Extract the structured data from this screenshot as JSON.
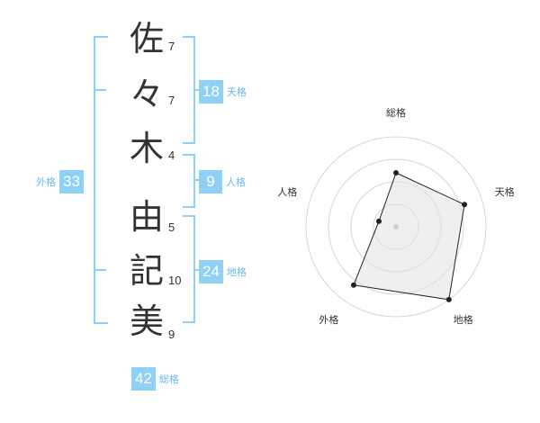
{
  "name": {
    "chars": [
      "佐",
      "々",
      "木",
      "由",
      "記",
      "美"
    ],
    "strokes": [
      "7",
      "7",
      "4",
      "5",
      "10",
      "9"
    ]
  },
  "fortune": {
    "tenkaku": {
      "value": "18",
      "label": "天格"
    },
    "jinkaku": {
      "value": "9",
      "label": "人格"
    },
    "chikaku": {
      "value": "24",
      "label": "地格"
    },
    "gaikaku": {
      "value": "33",
      "label": "外格"
    },
    "soukaku": {
      "value": "42",
      "label": "総格"
    }
  },
  "colors": {
    "accent": "#8fd0f7",
    "accent_text": "#67b9ea",
    "text": "#333333"
  },
  "chart_data": {
    "type": "radar",
    "axes": [
      "総格",
      "天格",
      "地格",
      "外格",
      "人格"
    ],
    "values": [
      3,
      4,
      5,
      4,
      1
    ],
    "max": 5,
    "rings": 4
  }
}
